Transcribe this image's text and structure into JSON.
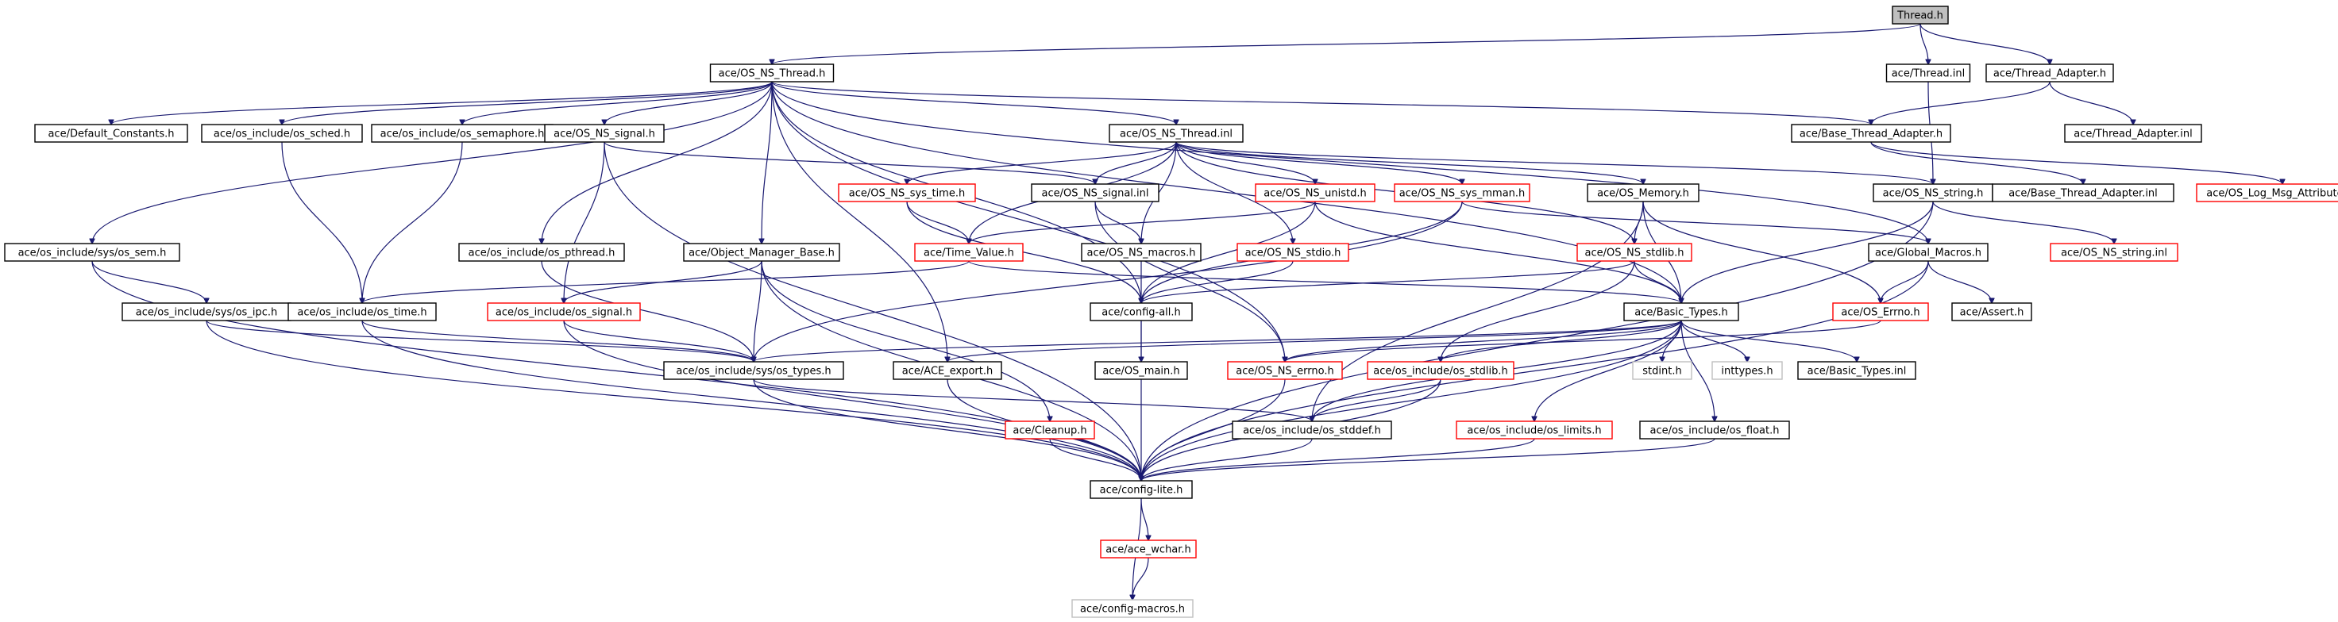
{
  "graph": {
    "colors": {
      "edge": "#191970",
      "border_normal": "#000000",
      "border_external": "#ff0000",
      "border_system": "#bfbfbf",
      "root_fill": "#bfbfbf",
      "fill": "#ffffff"
    },
    "nodes": [
      {
        "id": "thread_h",
        "label": "Thread.h",
        "kind": "root"
      },
      {
        "id": "os_ns_thread_h",
        "label": "ace/OS_NS_Thread.h",
        "kind": "normal"
      },
      {
        "id": "thread_inl",
        "label": "ace/Thread.inl",
        "kind": "normal"
      },
      {
        "id": "thread_adapter_h",
        "label": "ace/Thread_Adapter.h",
        "kind": "normal"
      },
      {
        "id": "default_constants_h",
        "label": "ace/Default_Constants.h",
        "kind": "normal"
      },
      {
        "id": "os_sched_h",
        "label": "ace/os_include/os_sched.h",
        "kind": "normal"
      },
      {
        "id": "os_semaphore_h",
        "label": "ace/os_include/os_semaphore.h",
        "kind": "normal"
      },
      {
        "id": "os_ns_signal_h",
        "label": "ace/OS_NS_signal.h",
        "kind": "normal"
      },
      {
        "id": "os_ns_thread_inl",
        "label": "ace/OS_NS_Thread.inl",
        "kind": "normal"
      },
      {
        "id": "base_thread_adapter_h",
        "label": "ace/Base_Thread_Adapter.h",
        "kind": "normal"
      },
      {
        "id": "thread_adapter_inl",
        "label": "ace/Thread_Adapter.inl",
        "kind": "normal"
      },
      {
        "id": "os_ns_sys_time_h",
        "label": "ace/OS_NS_sys_time.h",
        "kind": "external"
      },
      {
        "id": "os_ns_signal_inl",
        "label": "ace/OS_NS_signal.inl",
        "kind": "normal"
      },
      {
        "id": "os_ns_unistd_h",
        "label": "ace/OS_NS_unistd.h",
        "kind": "external"
      },
      {
        "id": "os_ns_sys_mman_h",
        "label": "ace/OS_NS_sys_mman.h",
        "kind": "external"
      },
      {
        "id": "os_memory_h",
        "label": "ace/OS_Memory.h",
        "kind": "normal"
      },
      {
        "id": "os_ns_string_h",
        "label": "ace/OS_NS_string.h",
        "kind": "normal"
      },
      {
        "id": "base_thread_adapter_inl",
        "label": "ace/Base_Thread_Adapter.inl",
        "kind": "normal"
      },
      {
        "id": "os_log_msg_attributes_h",
        "label": "ace/OS_Log_Msg_Attributes.h",
        "kind": "external"
      },
      {
        "id": "sys_os_sem_h",
        "label": "ace/os_include/sys/os_sem.h",
        "kind": "normal"
      },
      {
        "id": "os_pthread_h",
        "label": "ace/os_include/os_pthread.h",
        "kind": "normal"
      },
      {
        "id": "object_manager_base_h",
        "label": "ace/Object_Manager_Base.h",
        "kind": "normal"
      },
      {
        "id": "time_value_h",
        "label": "ace/Time_Value.h",
        "kind": "external"
      },
      {
        "id": "os_ns_macros_h",
        "label": "ace/OS_NS_macros.h",
        "kind": "normal"
      },
      {
        "id": "os_ns_stdio_h",
        "label": "ace/OS_NS_stdio.h",
        "kind": "external"
      },
      {
        "id": "os_ns_stdlib_h",
        "label": "ace/OS_NS_stdlib.h",
        "kind": "external"
      },
      {
        "id": "global_macros_h",
        "label": "ace/Global_Macros.h",
        "kind": "normal"
      },
      {
        "id": "os_ns_string_inl",
        "label": "ace/OS_NS_string.inl",
        "kind": "external"
      },
      {
        "id": "sys_os_ipc_h",
        "label": "ace/os_include/sys/os_ipc.h",
        "kind": "normal"
      },
      {
        "id": "os_time_h",
        "label": "ace/os_include/os_time.h",
        "kind": "normal"
      },
      {
        "id": "os_signal_h",
        "label": "ace/os_include/os_signal.h",
        "kind": "external"
      },
      {
        "id": "config_all_h",
        "label": "ace/config-all.h",
        "kind": "normal"
      },
      {
        "id": "basic_types_h",
        "label": "ace/Basic_Types.h",
        "kind": "normal"
      },
      {
        "id": "os_errno_h",
        "label": "ace/OS_Errno.h",
        "kind": "external"
      },
      {
        "id": "assert_h",
        "label": "ace/Assert.h",
        "kind": "normal"
      },
      {
        "id": "sys_os_types_h",
        "label": "ace/os_include/sys/os_types.h",
        "kind": "normal"
      },
      {
        "id": "ace_export_h",
        "label": "ace/ACE_export.h",
        "kind": "normal"
      },
      {
        "id": "os_main_h",
        "label": "ace/OS_main.h",
        "kind": "normal"
      },
      {
        "id": "os_ns_errno_h",
        "label": "ace/OS_NS_errno.h",
        "kind": "external"
      },
      {
        "id": "os_stdlib_h",
        "label": "ace/os_include/os_stdlib.h",
        "kind": "external"
      },
      {
        "id": "stdint_h",
        "label": "stdint.h",
        "kind": "system"
      },
      {
        "id": "inttypes_h",
        "label": "inttypes.h",
        "kind": "system"
      },
      {
        "id": "basic_types_inl",
        "label": "ace/Basic_Types.inl",
        "kind": "normal"
      },
      {
        "id": "cleanup_h",
        "label": "ace/Cleanup.h",
        "kind": "external"
      },
      {
        "id": "os_stddef_h",
        "label": "ace/os_include/os_stddef.h",
        "kind": "normal"
      },
      {
        "id": "os_limits_h",
        "label": "ace/os_include/os_limits.h",
        "kind": "external"
      },
      {
        "id": "os_float_h",
        "label": "ace/os_include/os_float.h",
        "kind": "normal"
      },
      {
        "id": "config_lite_h",
        "label": "ace/config-lite.h",
        "kind": "normal"
      },
      {
        "id": "ace_wchar_h",
        "label": "ace/ace_wchar.h",
        "kind": "external"
      },
      {
        "id": "config_macros_h",
        "label": "ace/config-macros.h",
        "kind": "system"
      }
    ],
    "edges": [
      [
        "thread_h",
        "os_ns_thread_h"
      ],
      [
        "thread_h",
        "thread_inl"
      ],
      [
        "thread_h",
        "thread_adapter_h"
      ],
      [
        "thread_inl",
        "os_ns_string_h"
      ],
      [
        "thread_adapter_h",
        "base_thread_adapter_h"
      ],
      [
        "thread_adapter_h",
        "thread_adapter_inl"
      ],
      [
        "base_thread_adapter_h",
        "base_thread_adapter_inl"
      ],
      [
        "base_thread_adapter_h",
        "os_log_msg_attributes_h"
      ],
      [
        "os_ns_thread_h",
        "default_constants_h"
      ],
      [
        "os_ns_thread_h",
        "os_sched_h"
      ],
      [
        "os_ns_thread_h",
        "os_semaphore_h"
      ],
      [
        "os_ns_thread_h",
        "os_ns_signal_h"
      ],
      [
        "os_ns_thread_h",
        "os_ns_thread_inl"
      ],
      [
        "os_ns_thread_h",
        "base_thread_adapter_h"
      ],
      [
        "os_ns_thread_h",
        "sys_os_sem_h"
      ],
      [
        "os_ns_thread_h",
        "os_pthread_h"
      ],
      [
        "os_ns_thread_h",
        "object_manager_base_h"
      ],
      [
        "os_ns_thread_h",
        "config_all_h"
      ],
      [
        "os_ns_thread_h",
        "ace_export_h"
      ],
      [
        "os_ns_thread_h",
        "basic_types_h"
      ],
      [
        "os_ns_thread_h",
        "global_macros_h"
      ],
      [
        "os_ns_thread_h",
        "os_ns_errno_h"
      ],
      [
        "os_ns_signal_h",
        "os_ns_signal_inl"
      ],
      [
        "os_ns_signal_h",
        "os_signal_h"
      ],
      [
        "os_ns_signal_h",
        "config_lite_h"
      ],
      [
        "os_ns_signal_inl",
        "os_ns_macros_h"
      ],
      [
        "os_ns_signal_inl",
        "os_ns_errno_h"
      ],
      [
        "os_ns_thread_inl",
        "os_ns_sys_time_h"
      ],
      [
        "os_ns_thread_inl",
        "os_ns_signal_inl"
      ],
      [
        "os_ns_thread_inl",
        "os_ns_unistd_h"
      ],
      [
        "os_ns_thread_inl",
        "os_ns_sys_mman_h"
      ],
      [
        "os_ns_thread_inl",
        "os_memory_h"
      ],
      [
        "os_ns_thread_inl",
        "os_ns_string_h"
      ],
      [
        "os_ns_thread_inl",
        "time_value_h"
      ],
      [
        "os_ns_thread_inl",
        "os_ns_macros_h"
      ],
      [
        "os_ns_thread_inl",
        "os_ns_stdio_h"
      ],
      [
        "os_ns_thread_inl",
        "os_ns_stdlib_h"
      ],
      [
        "os_ns_sys_time_h",
        "time_value_h"
      ],
      [
        "os_ns_sys_time_h",
        "config_all_h"
      ],
      [
        "os_ns_unistd_h",
        "time_value_h"
      ],
      [
        "os_ns_unistd_h",
        "config_all_h"
      ],
      [
        "os_ns_unistd_h",
        "basic_types_h"
      ],
      [
        "os_ns_sys_mman_h",
        "config_all_h"
      ],
      [
        "os_ns_sys_mman_h",
        "sys_os_types_h"
      ],
      [
        "os_ns_sys_mman_h",
        "global_macros_h"
      ],
      [
        "os_memory_h",
        "os_ns_stdlib_h"
      ],
      [
        "os_memory_h",
        "os_errno_h"
      ],
      [
        "os_memory_h",
        "basic_types_h"
      ],
      [
        "os_memory_h",
        "os_stddef_h"
      ],
      [
        "os_ns_string_h",
        "basic_types_h"
      ],
      [
        "os_ns_string_h",
        "os_ns_string_inl"
      ],
      [
        "os_ns_string_h",
        "config_lite_h"
      ],
      [
        "os_ns_stdlib_h",
        "config_all_h"
      ],
      [
        "os_ns_stdlib_h",
        "basic_types_h"
      ],
      [
        "os_ns_stdlib_h",
        "os_stdlib_h"
      ],
      [
        "os_ns_macros_h",
        "config_all_h"
      ],
      [
        "os_ns_stdio_h",
        "config_all_h"
      ],
      [
        "global_macros_h",
        "os_errno_h"
      ],
      [
        "global_macros_h",
        "assert_h"
      ],
      [
        "global_macros_h",
        "config_lite_h"
      ],
      [
        "os_errno_h",
        "os_ns_errno_h"
      ],
      [
        "time_value_h",
        "os_time_h"
      ],
      [
        "time_value_h",
        "basic_types_h"
      ],
      [
        "os_sched_h",
        "os_time_h"
      ],
      [
        "os_semaphore_h",
        "os_time_h"
      ],
      [
        "sys_os_sem_h",
        "sys_os_ipc_h"
      ],
      [
        "sys_os_sem_h",
        "config_lite_h"
      ],
      [
        "sys_os_ipc_h",
        "sys_os_types_h"
      ],
      [
        "sys_os_ipc_h",
        "config_lite_h"
      ],
      [
        "os_pthread_h",
        "sys_os_types_h"
      ],
      [
        "object_manager_base_h",
        "os_signal_h"
      ],
      [
        "object_manager_base_h",
        "sys_os_types_h"
      ],
      [
        "object_manager_base_h",
        "cleanup_h"
      ],
      [
        "object_manager_base_h",
        "config_lite_h"
      ],
      [
        "os_time_h",
        "sys_os_types_h"
      ],
      [
        "os_time_h",
        "config_lite_h"
      ],
      [
        "os_signal_h",
        "sys_os_types_h"
      ],
      [
        "os_signal_h",
        "config_lite_h"
      ],
      [
        "config_all_h",
        "os_main_h"
      ],
      [
        "config_all_h",
        "config_lite_h"
      ],
      [
        "basic_types_h",
        "sys_os_types_h"
      ],
      [
        "basic_types_h",
        "ace_export_h"
      ],
      [
        "basic_types_h",
        "os_ns_errno_h"
      ],
      [
        "basic_types_h",
        "os_stdlib_h"
      ],
      [
        "basic_types_h",
        "stdint_h"
      ],
      [
        "basic_types_h",
        "inttypes_h"
      ],
      [
        "basic_types_h",
        "basic_types_inl"
      ],
      [
        "basic_types_h",
        "os_stddef_h"
      ],
      [
        "basic_types_h",
        "os_limits_h"
      ],
      [
        "basic_types_h",
        "os_float_h"
      ],
      [
        "basic_types_h",
        "config_lite_h"
      ],
      [
        "sys_os_types_h",
        "os_stddef_h"
      ],
      [
        "sys_os_types_h",
        "config_lite_h"
      ],
      [
        "ace_export_h",
        "config_lite_h"
      ],
      [
        "os_ns_errno_h",
        "config_lite_h"
      ],
      [
        "os_stdlib_h",
        "os_stddef_h"
      ],
      [
        "os_stdlib_h",
        "config_lite_h"
      ],
      [
        "cleanup_h",
        "config_lite_h"
      ],
      [
        "os_stddef_h",
        "config_lite_h"
      ],
      [
        "os_limits_h",
        "config_lite_h"
      ],
      [
        "os_float_h",
        "config_lite_h"
      ],
      [
        "config_lite_h",
        "ace_wchar_h"
      ],
      [
        "config_lite_h",
        "config_macros_h"
      ],
      [
        "ace_wchar_h",
        "config_macros_h"
      ]
    ]
  }
}
